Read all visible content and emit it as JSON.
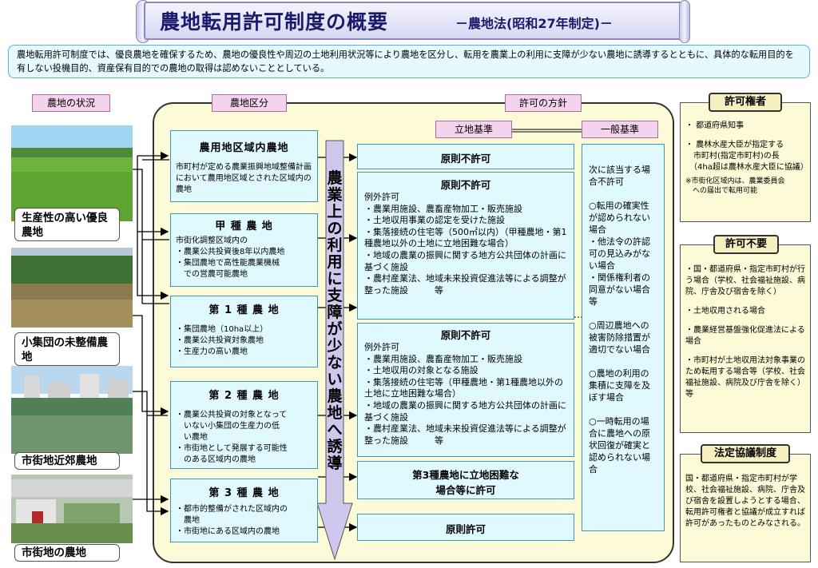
{
  "title": {
    "main": "農地転用許可制度の概要",
    "sub": "－農地法(昭和27年制定)－"
  },
  "intro": "農地転用許可制度では、優良農地を確保するため、農地の優良性や周辺の土地利用状況等により農地を区分し、転用を農業上の利用に支障が少ない農地に誘導するとともに、具体的な転用目的を有しない投機目的、資産保有目的での農地の取得は認めないこととしている。",
  "headers": {
    "status": "農地の状況",
    "classification": "農地区分",
    "policy": "許可の方針",
    "location_criteria": "立地基準",
    "general_criteria": "一般基準"
  },
  "photos": [
    {
      "caption": "生産性の高い優良農地"
    },
    {
      "caption": "小集団の未整備農地"
    },
    {
      "caption": "市街地近郊農地"
    },
    {
      "caption": "市街地の農地"
    }
  ],
  "categories": [
    {
      "title": "農用地区域内農地",
      "desc": "市町村が定める農業振興地域整備計画において農用地区域とされた区域内の農地"
    },
    {
      "title": "甲 種 農 地",
      "desc": "市街化調整区域内の\n・農業公共投資後8年以内農地\n・集団農地で高性能農業機械\n　での営農可能農地"
    },
    {
      "title": "第 1 種 農 地",
      "desc": "・集団農地（10ha以上）\n・農業公共投資対象農地\n・生産力の高い農地"
    },
    {
      "title": "第 2 種 農 地",
      "desc": "・農業公共投資の対象となって\n　いない小集団の生産力の低\n　い農地\n・市街地として発展する可能性\n　のある区域内の農地"
    },
    {
      "title": "第 3 種 農 地",
      "desc": "・都市的整備がされた区域内の\n　農地\n・市街地にある区域内の農地"
    }
  ],
  "vertical_arrow_text": "農業上の利用に支障が少ない農地へ誘導",
  "policies": [
    {
      "title": "原則不許可",
      "text": ""
    },
    {
      "title": "原則不許可",
      "text": "例外許可\n・農業用施設、農畜産物加工・販売施設\n・土地収用事業の認定を受けた施設\n・集落接続の住宅等（500㎡以内）（甲種農地・第1種農地以外の土地に立地困難な場合）\n・地域の農業の振興に関する地方公共団体の計画に基づく施設\n・農村産業法、地域未来投資促進法等による調整が整った施設　　　等"
    },
    {
      "title": "原則不許可",
      "text": "例外許可\n・農業用施設、農畜産物加工・販売施設\n・土地収用の対象となる施設\n・集落接続の住宅等（甲種農地・第1種農地以外の土地に立地困難な場合）\n・地域の農業の振興に関する地方公共団体の計画に基づく施設\n・農村産業法、地域未来投資促進法等による調整が整った施設　　　等"
    },
    {
      "title": "第3種農地に立地困難な\n場合等に許可",
      "text": ""
    },
    {
      "title": "原則許可",
      "text": ""
    }
  ],
  "general": "次に該当する場合不許可\n\n○転用の確実性が認められない場合\n・他法令の許認可の見込みがない場合\n・関係権利者の同意がない場合　等\n\n○周辺農地への被害防除措置が適切でない場合\n\n○農地の利用の集積に支障を及ぼす場合\n\n○一時転用の場合に農地への原状回復が確実と認められない場合",
  "right_panels": {
    "authority": {
      "title": "許可権者",
      "items": [
        "・ 都道府県知事",
        "・ 農林水産大臣が指定する\n　市町村(指定市町村)の長\n　（4ha超は農林水産大臣に協議）"
      ],
      "note": "※市街化区域内は、農業委員会\n　への届出で転用可能"
    },
    "not_required": {
      "title": "許可不要",
      "items": [
        "・国・都道府県・指定市町村が行う場合（学校、社会福祉施設、病院、庁舎及び宿舎を除く）",
        "・土地収用される場合",
        "・農業経営基盤強化促進法による場合",
        "・市町村が土地収用法対象事業のため転用する場合等（学校、社会福祉施設、病院及び庁舎を除く）　　等"
      ]
    },
    "consultation": {
      "title": "法定協議制度",
      "text": "国・都道府県・指定市町村が学校、社会福祉施設、病院、庁舎及び宿舎を設置しようとする場合、転用許可権者と協議が成立すれば許可があったものとみなされる。"
    }
  },
  "colors": {
    "title_text": "#1a1a6a",
    "cyan_box": "#dff9ff",
    "cyan_border": "#3c96c0",
    "yellow_bg": "#fdfad7",
    "pink_tab": "#f4d3ec"
  }
}
